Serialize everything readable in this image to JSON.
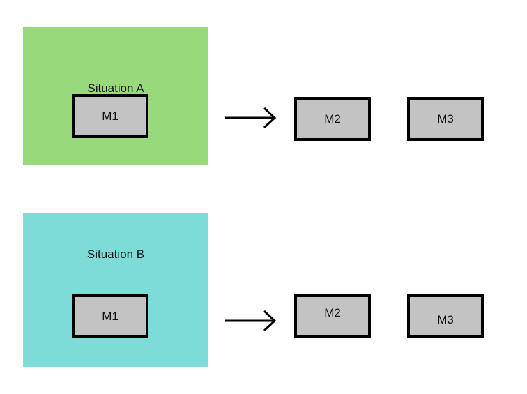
{
  "colors": {
    "situation_a_fill": "#97d97b",
    "situation_b_fill": "#7ddbd8",
    "box_fill": "#c3c3c3",
    "box_border": "#000000"
  },
  "situation_a": {
    "title": "Situation A",
    "inner_box": "M1",
    "next_boxes": [
      "M2",
      "M3"
    ]
  },
  "situation_b": {
    "title": "Situation B",
    "inner_box": "M1",
    "next_boxes": [
      "M2",
      "M3"
    ]
  },
  "icons": {
    "arrow": "right-arrow-icon"
  }
}
